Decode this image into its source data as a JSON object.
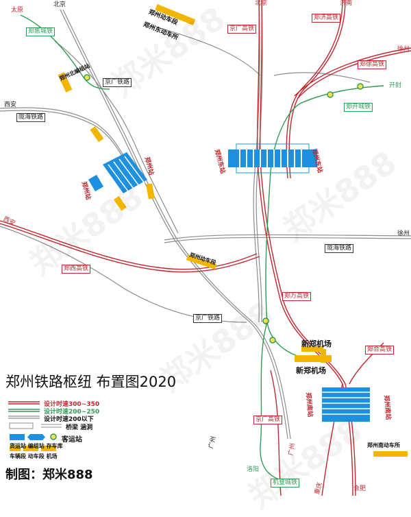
{
  "title": "郑州铁路枢纽 布置图2020",
  "credit": "制图：郑米888",
  "watermark": "郑米888",
  "colors": {
    "high_speed_300": "#c0272d",
    "high_speed_200": "#2e9b55",
    "conventional": "#8c8c8c",
    "passenger_station": "#1e90e0",
    "depot": "#f2b600"
  },
  "legend": {
    "line_300": "设计时速300~350",
    "line_200": "设计时速200~250",
    "line_conv": "设计时速200以下",
    "bridge": "桥梁 涵洞",
    "passenger": "客运站",
    "freight_row1": "货运站 编组站 存车库",
    "freight_row2": "车辆段 动车段 机场"
  },
  "places": {
    "taiyuan": "太原",
    "beijing1": "北京",
    "beijing2": "北京",
    "jinan": "济南",
    "xuzhou1": "徐州",
    "kaifeng": "开封",
    "xian1": "西安",
    "xian2": "西安",
    "xuzhou2": "徐州",
    "guangzhou1": "广州",
    "guangzhou2": "广州",
    "luoyang": "洛阳",
    "chongqing": "重庆",
    "hefei": "合肥"
  },
  "line_labels": {
    "zhengjiao": "郑焦城铁",
    "jingguang_hs": "京广高铁",
    "zhengji": "郑济高铁",
    "zhengxu": "郑徐高铁",
    "zhengkai": "郑开城铁",
    "jingguang": "京广铁路",
    "longhai1": "陇海铁路",
    "longhai2": "陇海铁路",
    "zhengxi": "郑西高铁",
    "zhengwan": "郑万高铁",
    "jingguang2": "京广铁路",
    "zhenghe": "郑合高铁",
    "jingguang_hs2": "京广高铁",
    "jidengcheng": "机登城铁"
  },
  "stations": {
    "zhengzhou_east": "郑州东站",
    "zhengzhou": "郑州站",
    "zhengzhou_north_yard": "郑州北编组站",
    "zhengzhou_south": "郑州南站",
    "zhengzhou_depot": "郑州动车段",
    "airport1": "新郑机场",
    "airport2": "新郑机场",
    "south_depot": "郑州南动车所",
    "east_depot": "郑州东动车所",
    "depot_top": "郑州动车段"
  }
}
